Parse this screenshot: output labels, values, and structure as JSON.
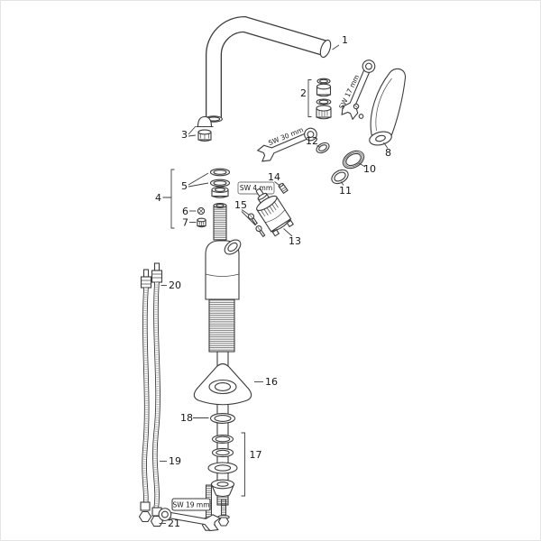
{
  "diagram": {
    "part_labels": {
      "p1": "1",
      "p2": "2",
      "p3": "3",
      "p4": "4",
      "p5": "5",
      "p6": "6",
      "p7": "7",
      "p8": "8",
      "p10": "10",
      "p11": "11",
      "p12": "12",
      "p13": "13",
      "p14": "14",
      "p15": "15",
      "p16": "16",
      "p17": "17",
      "p18": "18",
      "p19": "19",
      "p20": "20",
      "p21": "21"
    },
    "tool_labels": {
      "wrench_17": "SW 17 mm",
      "wrench_30": "SW 30 mm",
      "allen_4": "SW 4 mm",
      "wrench_19": "SW 19 mm"
    },
    "colors": {
      "line": "#3b3b3b",
      "background": "#ffffff"
    }
  }
}
